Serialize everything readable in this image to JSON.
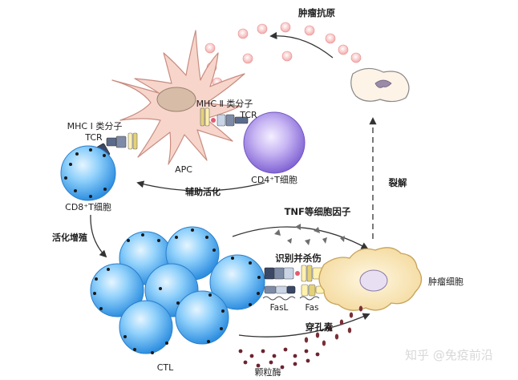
{
  "labels": {
    "tumor_antigen": "肿瘤抗原",
    "mhc2": "MHC Ⅱ 类分子",
    "tcr_top": "TCR",
    "mhc1": "MHC Ⅰ 类分子",
    "tcr_left": "TCR",
    "apc": "APC",
    "cd4": "CD4⁺T细胞",
    "cd8": "CD8⁺T细胞",
    "helper": "辅助活化",
    "proliferate": "活化增殖",
    "lysis": "裂解",
    "tnf": "TNF等细胞因子",
    "recognize": "识别并杀伤",
    "tumor_cell": "肿瘤细胞",
    "fasl": "FasL",
    "fas": "Fas",
    "perforin": "穿孔素",
    "granzyme": "颗粒酶",
    "ctl": "CTL"
  },
  "watermark": "知乎 @免疫前沿",
  "colors": {
    "t_cell_blue": "#3f9fe6",
    "cd4_purple": "#8d6fd9",
    "apc_pink": "#f6cfc4",
    "tumor_yellow": "#f8e6b4",
    "antigen_red": "#ee9ba0"
  }
}
